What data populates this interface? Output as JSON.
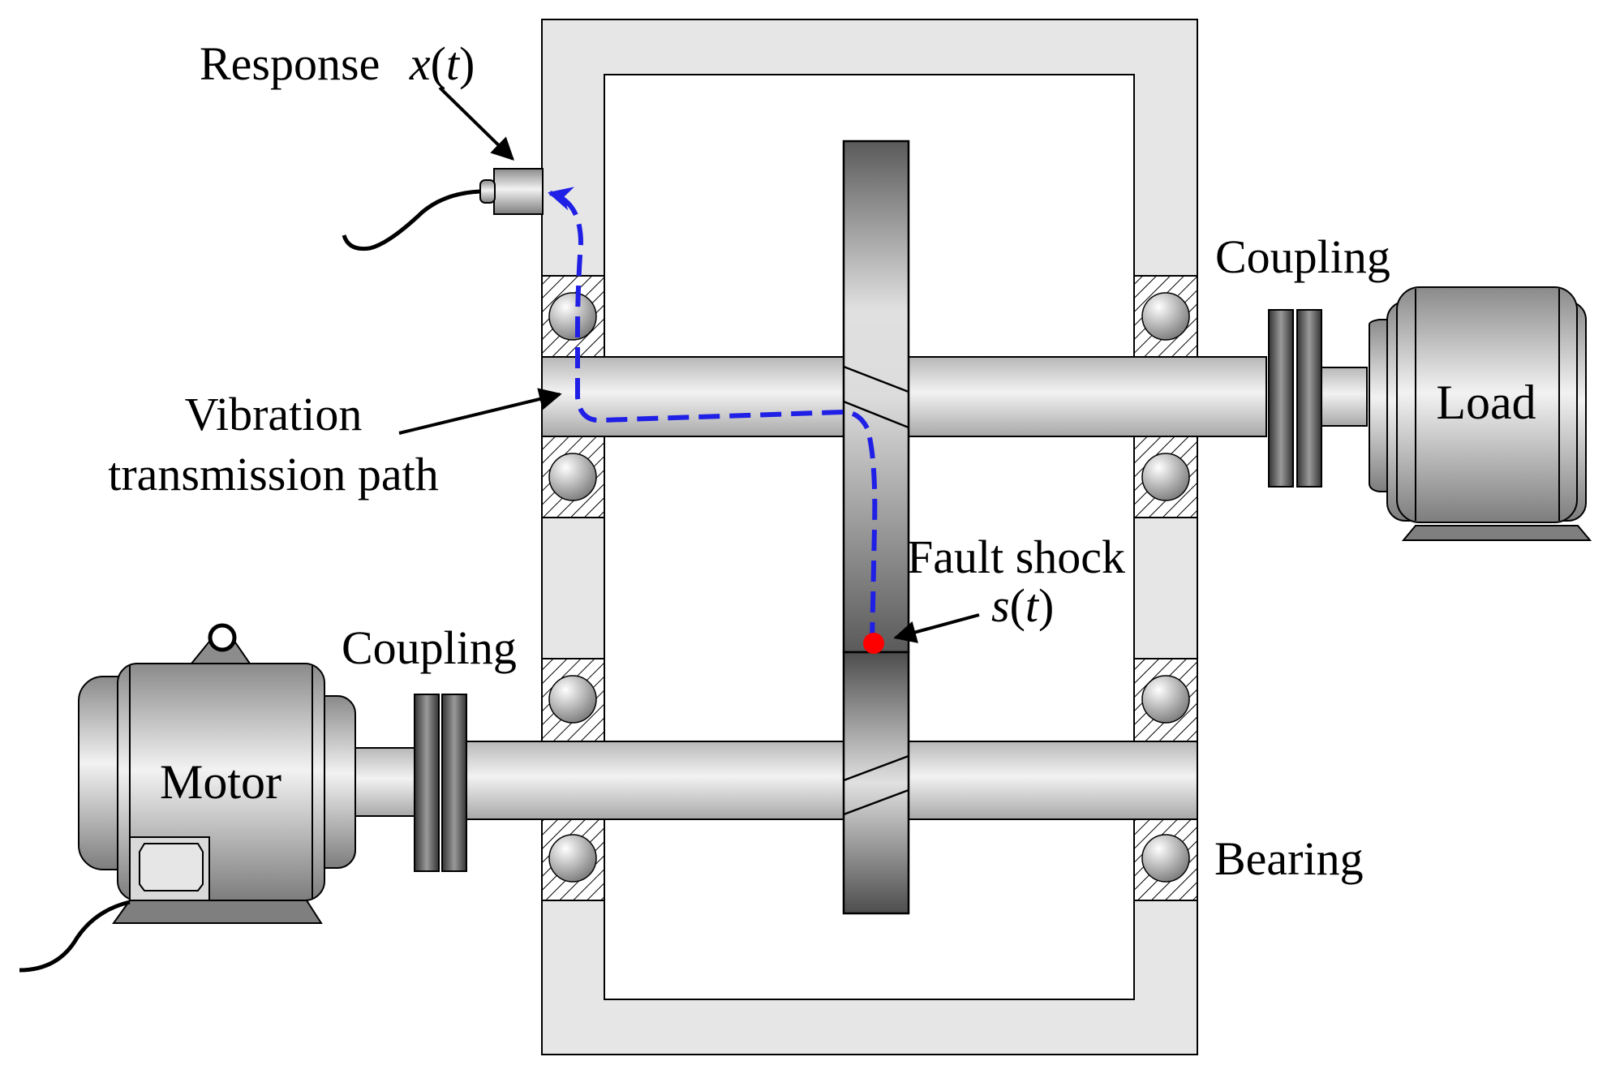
{
  "labels": {
    "response_word": "Response",
    "response_symbol": "x",
    "response_arg": "t",
    "vibration_line1": "Vibration",
    "vibration_line2": "transmission path",
    "coupling_top": "Coupling",
    "coupling_bottom": "Coupling",
    "load": "Load",
    "motor": "Motor",
    "fault_shock": "Fault shock",
    "fault_symbol": "s",
    "fault_arg": "t",
    "bearing": "Bearing"
  },
  "colors": {
    "path": "#1f1fe6",
    "fault_point": "#ff0000",
    "housing": "#e6e6e6",
    "shaft": "#dcdcdc",
    "gear_dark": "#4d4d4d",
    "gear_light": "#cfcfcf"
  }
}
